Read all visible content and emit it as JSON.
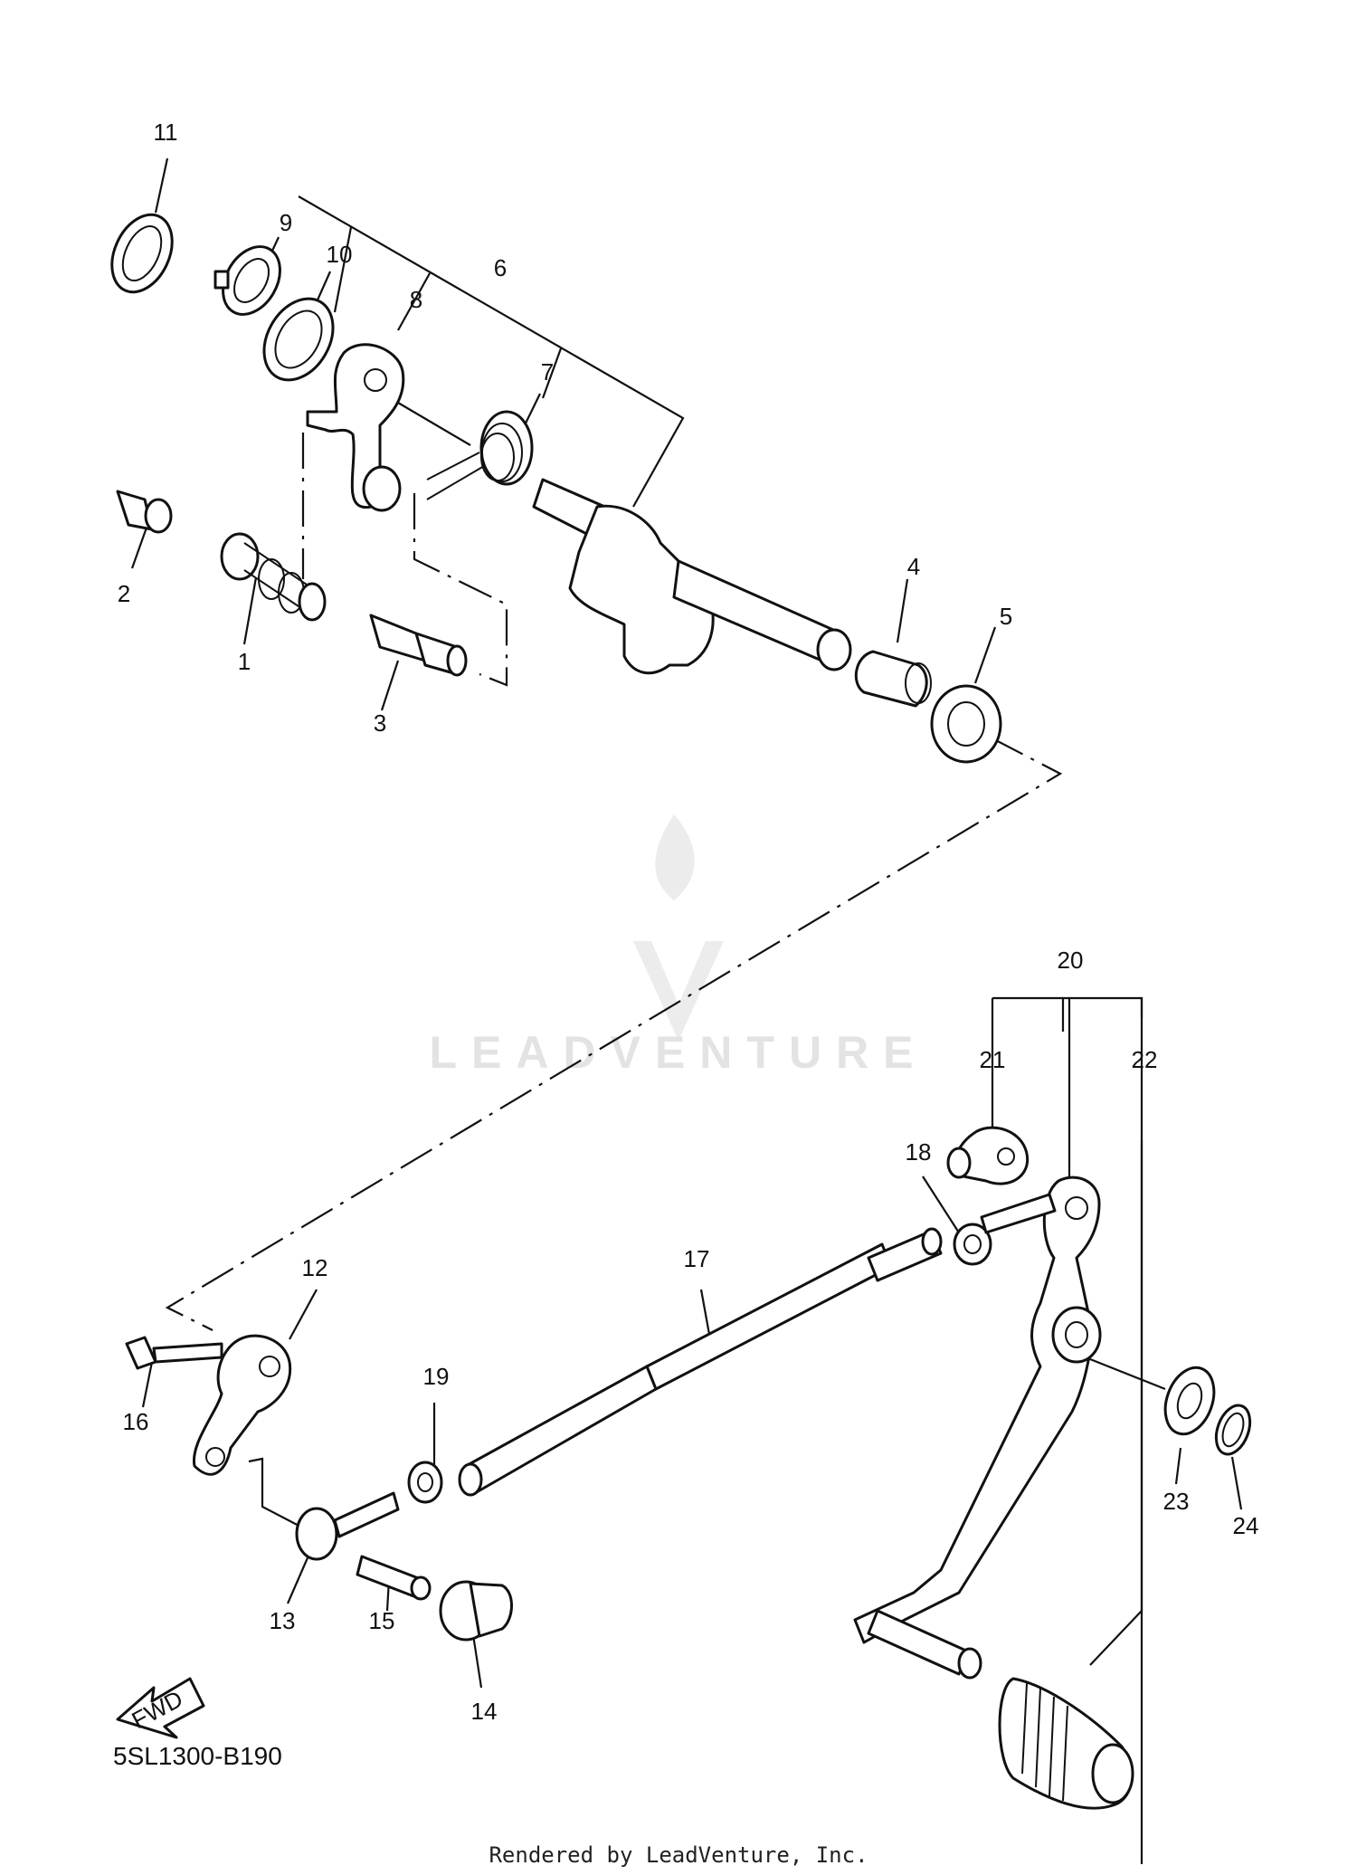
{
  "diagram_code": "5SL1300-B190",
  "credit": "Rendered by LeadVenture, Inc.",
  "watermark": "LEADVENTURE",
  "fwd_label": "FWD",
  "callouts": [
    "1",
    "2",
    "3",
    "4",
    "5",
    "6",
    "7",
    "8",
    "9",
    "10",
    "11",
    "12",
    "13",
    "14",
    "15",
    "16",
    "17",
    "18",
    "19",
    "20",
    "21",
    "22",
    "23",
    "24"
  ]
}
